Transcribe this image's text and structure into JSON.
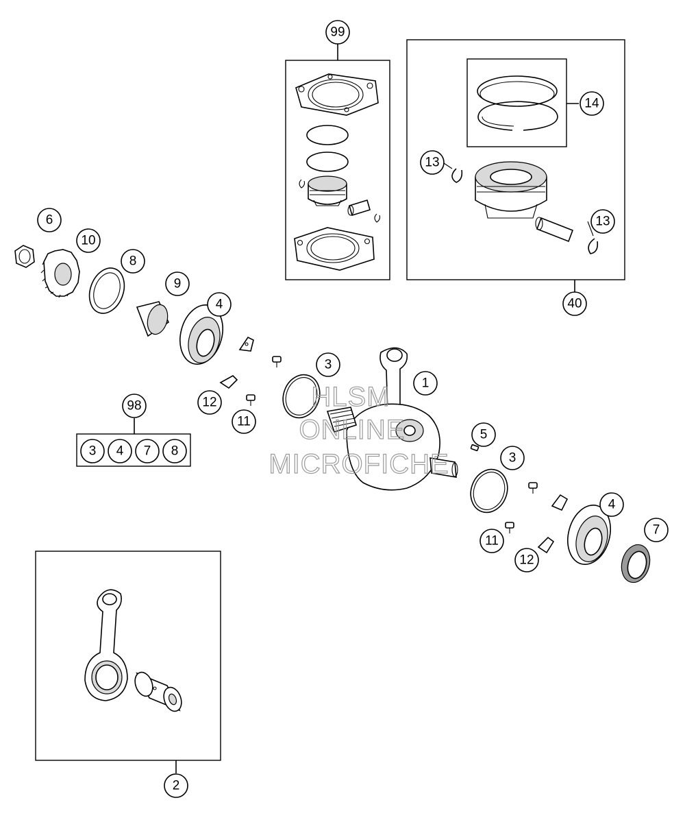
{
  "callouts": {
    "c99": "99",
    "c40": "40",
    "c14": "14",
    "c13a": "13",
    "c13b": "13",
    "c6": "6",
    "c10": "10",
    "c8": "8",
    "c9": "9",
    "c4a": "4",
    "c3a": "3",
    "c1": "1",
    "c98": "98",
    "c12a": "12",
    "c11a": "11",
    "c5": "5",
    "c3b": "3",
    "c4b": "4",
    "c7": "7",
    "c11b": "11",
    "c12b": "12",
    "c2": "2"
  },
  "kit98_contents": [
    "3",
    "4",
    "7",
    "8"
  ],
  "watermark": {
    "line1": "HLSM",
    "line2": "ONLINE",
    "line3": "MICROFICHE"
  }
}
